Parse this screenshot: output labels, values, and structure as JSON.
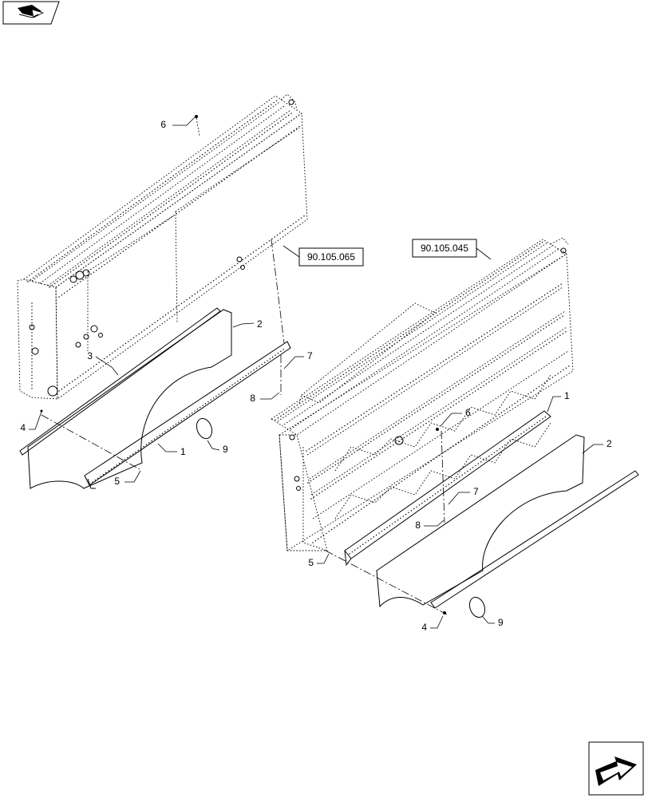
{
  "references": {
    "upper_left": "90.105.065",
    "right": "90.105.045"
  },
  "callouts": {
    "left_assembly": {
      "c1": "1",
      "c2": "2",
      "c3": "3",
      "c4": "4",
      "c5": "5",
      "c6": "6",
      "c7": "7",
      "c8": "8",
      "c9": "9"
    },
    "right_assembly": {
      "c1": "1",
      "c2": "2",
      "c4": "4",
      "c5": "5",
      "c6": "6",
      "c7": "7",
      "c8": "8",
      "c9": "9"
    }
  },
  "icons": {
    "top_left": "navigation-book-arrow-icon",
    "bottom_right": "next-page-arrow-icon"
  }
}
